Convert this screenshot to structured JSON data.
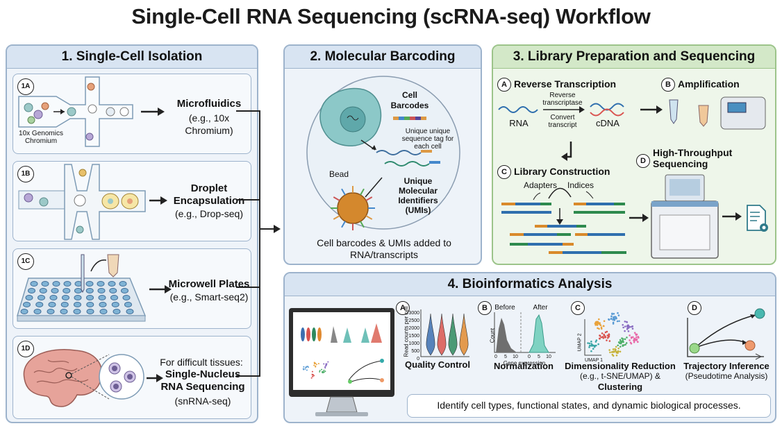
{
  "title": "Single-Cell RNA Sequencing (scRNA-seq) Workflow",
  "isolation": {
    "header": "1. Single-Cell Isolation",
    "methods": [
      {
        "badge": "1A",
        "name": "Microfluidics",
        "detail": "(e.g., 10x Chromium)",
        "caption": "10x Genomics Chromium"
      },
      {
        "badge": "1B",
        "name": "Droplet Encapsulation",
        "detail": "(e.g., Drop-seq)"
      },
      {
        "badge": "1C",
        "name": "Microwell Plates",
        "detail": "(e.g., Smart-seq2)"
      },
      {
        "badge": "1D",
        "lead": "For difficult tissues:",
        "name": "Single-Nucleus RNA Sequencing",
        "detail": "(snRNA-seq)"
      }
    ]
  },
  "barcoding": {
    "header": "2. Molecular Barcoding",
    "cell_barcodes": "Cell Barcodes",
    "tag_note": "Unique unique sequence tag for each cell",
    "bead": "Bead",
    "umi": "Unique Molecular Identifiers (UMIs)",
    "caption": "Cell barcodes & UMIs added to RNA/transcripts"
  },
  "library": {
    "header": "3. Library Preparation and Sequencing",
    "steps": [
      {
        "letter": "A",
        "title": "Reverse Transcription"
      },
      {
        "letter": "B",
        "title": "Amplification"
      },
      {
        "letter": "C",
        "title": "Library Construction"
      },
      {
        "letter": "D",
        "title": "High-Throughput Sequencing"
      }
    ],
    "rna": "RNA",
    "cdna": "cDNA",
    "rt_enzyme": "Reverse transcriptase",
    "convert": "Convert transcript",
    "adapters": "Adapters",
    "indices": "Indices"
  },
  "bioinfo": {
    "header": "4. Bioinformatics Analysis",
    "steps": [
      {
        "letter": "A",
        "title": "Quality Control",
        "ylabel": "Read counts per cell",
        "yticks": [
          "3000",
          "2500",
          "2000",
          "1500",
          "1000",
          "500",
          "0"
        ]
      },
      {
        "letter": "B",
        "title": "Normalization",
        "before": "Before",
        "after": "After",
        "ylabel": "Count",
        "xlabel": "Gene expression",
        "xticks": [
          "0",
          "5",
          "10",
          "0",
          "5",
          "10"
        ]
      },
      {
        "letter": "C",
        "title": "Dimensionality Reduction",
        "detail": "(e.g., t-SNE/UMAP) &",
        "title2": "Clustering",
        "xlabel": "UMAP 1",
        "ylabel": "UMAP 2"
      },
      {
        "letter": "D",
        "title": "Trajectory Inference",
        "detail": "(Pseudotime Analysis)"
      }
    ],
    "footer": "Identify cell types, functional states, and dynamic biological processes."
  },
  "colors": {
    "panel_border": "#9db3cc",
    "panel_bg": "#eef3f9",
    "green_border": "#9cc48a",
    "green_bg": "#eef6ea",
    "cell": "#7fc4c4",
    "bead": "#d4882d"
  }
}
